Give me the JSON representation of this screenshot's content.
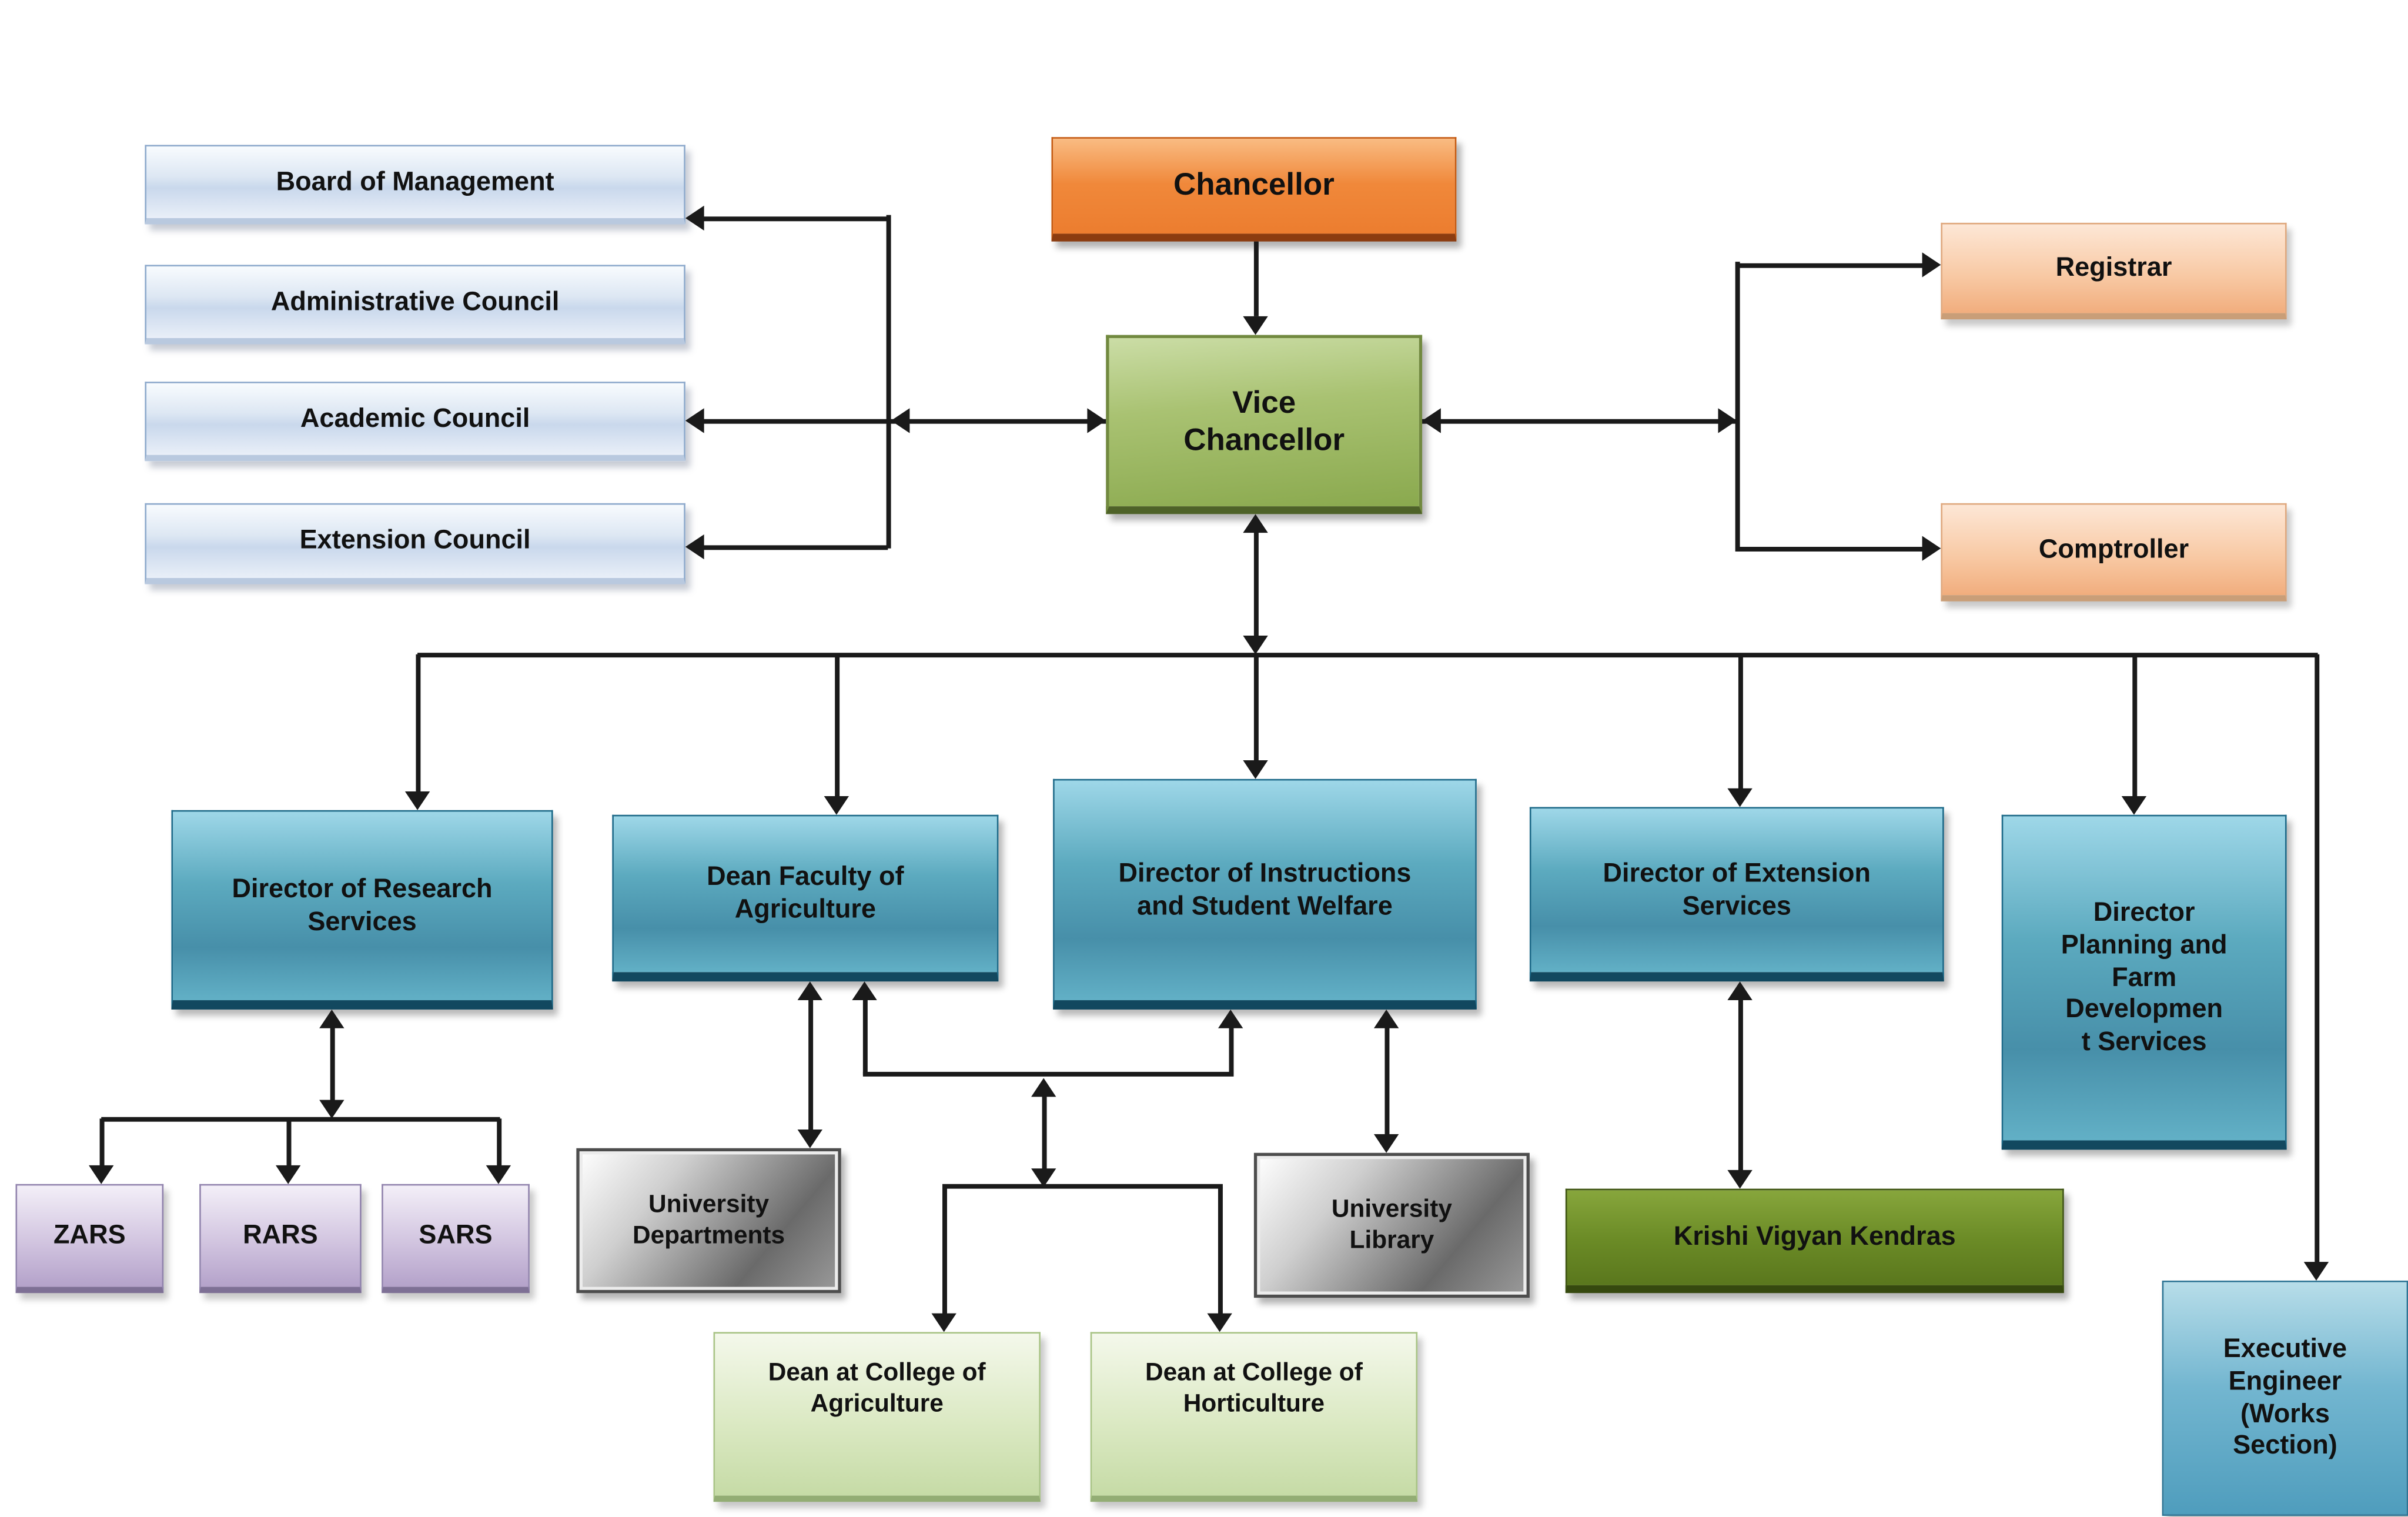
{
  "nodes": {
    "chancellor": {
      "label": "Chancellor"
    },
    "vice_chancellor": {
      "label": "Vice Chancellor"
    },
    "board_of_management": {
      "label": "Board of Management"
    },
    "administrative_council": {
      "label": "Administrative Council"
    },
    "academic_council": {
      "label": "Academic Council"
    },
    "extension_council": {
      "label": "Extension Council"
    },
    "registrar": {
      "label": "Registrar"
    },
    "comptroller": {
      "label": "Comptroller"
    },
    "director_research": {
      "label": "Director of Research Services"
    },
    "dean_faculty_agriculture": {
      "label": "Dean Faculty of Agriculture"
    },
    "director_instructions": {
      "label": "Director of Instructions and Student Welfare"
    },
    "director_extension": {
      "label": "Director of Extension Services"
    },
    "director_planning": {
      "lines": [
        "Director",
        "Planning and",
        "Farm",
        "Developmen",
        "t Services"
      ]
    },
    "zars": {
      "label": "ZARS"
    },
    "rars": {
      "label": "RARS"
    },
    "sars": {
      "label": "SARS"
    },
    "university_departments": {
      "label": "University Departments"
    },
    "university_library": {
      "label": "University Library"
    },
    "krishi_vigyan_kendras": {
      "label": "Krishi Vigyan Kendras"
    },
    "dean_college_agriculture": {
      "label": "Dean at College of Agriculture"
    },
    "dean_college_horticulture": {
      "label": "Dean at College of Horticulture"
    },
    "executive_engineer": {
      "label": "Executive Engineer (Works Section)"
    }
  },
  "colors": {
    "arrow": "#1a1a1a",
    "chancellor_orange": "#ed7d31",
    "vice_chancellor_green": "#9cbb59",
    "council_blue": "#dbe5f1",
    "registrar_peach": "#f8c9a4",
    "director_teal": "#4da3c0",
    "station_purple": "#ccc0dd",
    "departments_silver": "#9a9a9a",
    "kvk_olive": "#6b8b26",
    "dean_pale_green": "#d6e6bc",
    "executive_blue": "#62aac6",
    "background": "#ffffff"
  }
}
